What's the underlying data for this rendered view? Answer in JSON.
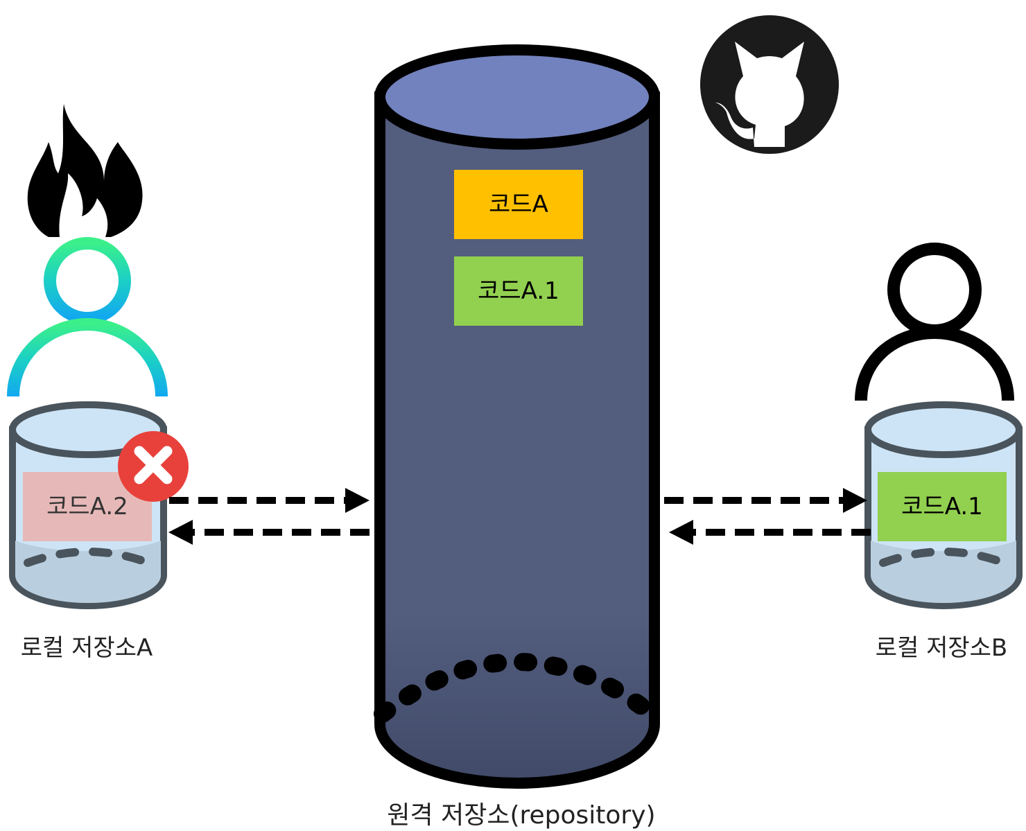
{
  "remote": {
    "label": "원격 저장소(repository)",
    "commits": [
      {
        "label": "코드A",
        "color": "#FFC000"
      },
      {
        "label": "코드A.1",
        "color": "#92D050"
      }
    ],
    "body_color": "#535D7E",
    "top_color": "#7282BE",
    "icon": "github-icon"
  },
  "local_a": {
    "label": "로컬 저장소A",
    "commit": {
      "label": "코드A.2",
      "color": "#E6B9B8"
    },
    "user_icon": "user-gradient-icon",
    "status_icons": [
      "fire-icon",
      "error-x-icon"
    ]
  },
  "local_b": {
    "label": "로컬 저장소B",
    "commit": {
      "label": "코드A.1",
      "color": "#92D050"
    },
    "user_icon": "user-outline-icon"
  },
  "colors": {
    "arrow": "#000000",
    "local_cylinder_fill": "#CDE4F6",
    "local_cylinder_stroke": "#4A545C",
    "error": "#E8413B"
  }
}
